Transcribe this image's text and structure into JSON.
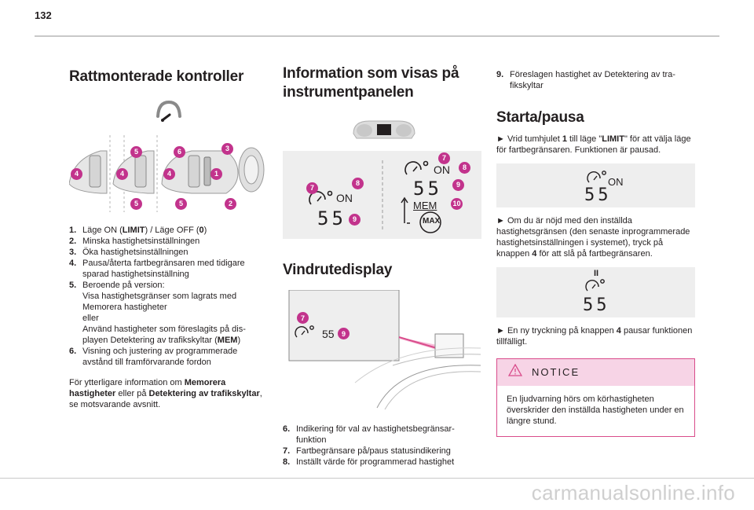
{
  "page": {
    "number": "132"
  },
  "left": {
    "heading": "Rattmonterade kontroller",
    "items": [
      {
        "num": "1.",
        "parts": [
          "Läge ON (",
          "LIMIT",
          ") / Läge OFF (",
          "0",
          ")"
        ]
      },
      {
        "num": "2.",
        "text": "Minska hastighetsinställningen"
      },
      {
        "num": "3.",
        "text": "Öka hastighetsinställningen"
      },
      {
        "num": "4.",
        "text": "Pausa/återta fartbegränsaren med tidigare sparad hastighetsinställning"
      },
      {
        "num": "5.",
        "line1": "Beroende på version:",
        "line2": "Visa hastighetsgränser som lagrats med Memorera hastigheter",
        "line3": "eller",
        "line4a": "Använd hastigheter som föreslagits på dis-playen Detektering av trafikskyltar (",
        "line4b": "MEM",
        "line4c": ")"
      },
      {
        "num": "6.",
        "text": "Visning och justering av programmerade avstånd till framförvarande fordon"
      }
    ],
    "para": {
      "a": "För ytterligare information om ",
      "b": "Memorera hastigheter",
      "c": " eller på ",
      "d": "Detektering av trafikskyltar",
      "e": ", se motsvarande avsnitt."
    },
    "steering_labels": {
      "b1": "1",
      "b2": "2",
      "b3": "3",
      "b4": "4",
      "b5": "5",
      "b6": "6"
    }
  },
  "middle": {
    "heading": "Information som visas på instrumentpanelen",
    "panel": {
      "on_left": "ON",
      "speed_left": "55",
      "on_right": "ON",
      "speed_right": "55",
      "mem": "MEM",
      "max": "MAX",
      "b7": "7",
      "b8": "8",
      "b9": "9",
      "b10": "10"
    },
    "heading2": "Vindrutedisplay",
    "hud": {
      "speed": "55",
      "b7": "7",
      "b9": "9"
    },
    "items": [
      {
        "num": "6.",
        "text": "Indikering för val av hastighetsbegränsar-funktion"
      },
      {
        "num": "7.",
        "text": "Fartbegränsare på/paus statusindikering"
      },
      {
        "num": "8.",
        "text": "Inställt värde för programmerad hastighet"
      }
    ]
  },
  "right": {
    "item9": {
      "num": "9.",
      "text": "Föreslagen hastighet av Detektering av tra-fikskyltar"
    },
    "heading": "Starta/pausa",
    "step1": {
      "a": "► Vrid tumhjulet ",
      "b": "1",
      "c": " till läge \"",
      "d": "LIMIT",
      "e": "\" för att välja läge för fartbegränsaren. Funktionen är pausad."
    },
    "fig1": {
      "on": "ON",
      "speed": "55"
    },
    "step2": {
      "a": "► Om du är nöjd med den inställda hastighetsgränsen (den senaste inprogrammerade hastighetsinställningen i systemet), tryck på knappen ",
      "b": "4",
      "c": " för att slå på fartbegränsaren."
    },
    "fig2": {
      "pause": "II",
      "speed": "55"
    },
    "step3": {
      "a": "► En ny tryckning på knappen ",
      "b": "4",
      "c": " pausar funktionen tillfälligt."
    },
    "notice": {
      "title": "NOTICE",
      "text": "En ljudvarning hörs om körhastigheten överskrider den inställda hastigheten under en längre stund."
    }
  },
  "footer": {
    "watermark": "carmanualsonline.info"
  },
  "colors": {
    "badge": "#c2338c",
    "notice_border": "#d94c8b",
    "notice_head": "#f7d4e6",
    "panel_bg": "#eeeeee"
  }
}
